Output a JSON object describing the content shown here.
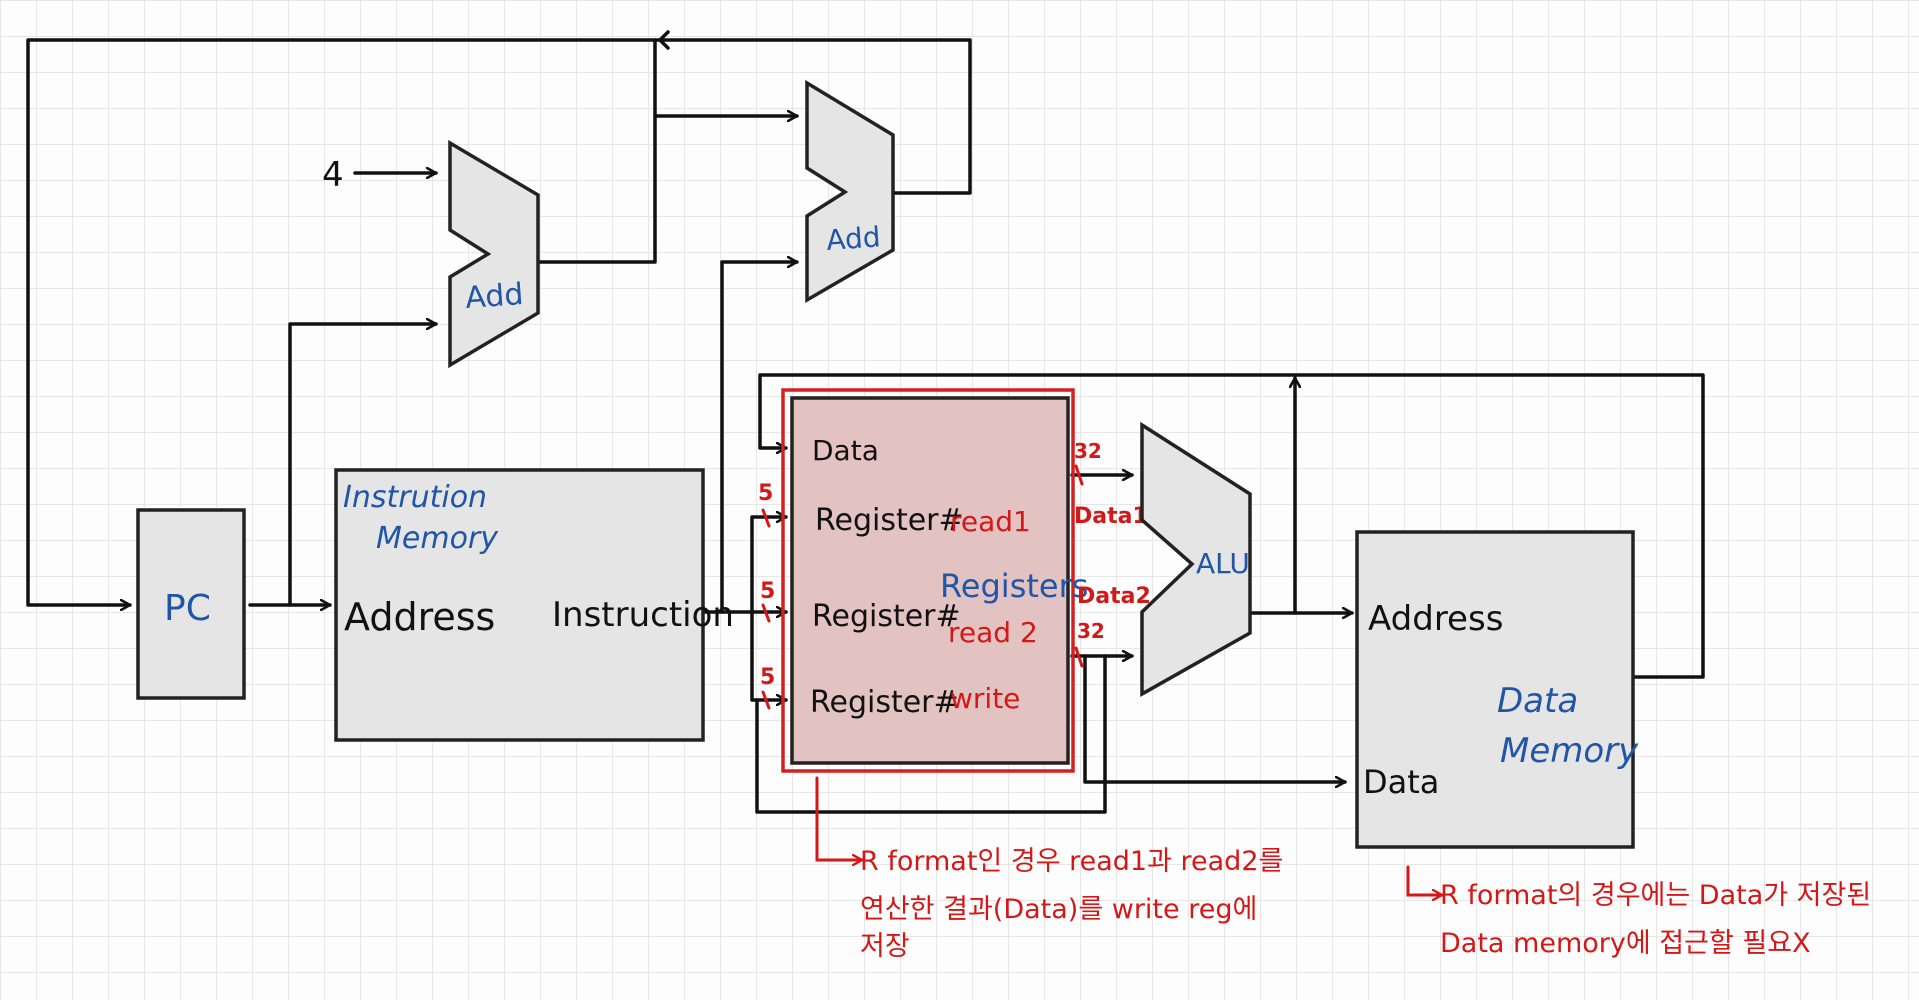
{
  "constant_input": "4",
  "adder1": {
    "label": "Add"
  },
  "adder2": {
    "label": "Add"
  },
  "pc": {
    "label": "PC"
  },
  "instruction_memory": {
    "title_line1": "Instrution",
    "title_line2": "Memory",
    "address_port": "Address",
    "instruction_port": "Instruction"
  },
  "registers": {
    "title": "Registers",
    "data_port": "Data",
    "read1_port": "Register#",
    "read1_tag": "read1",
    "read2_port": "Register#",
    "read2_tag": "read 2",
    "write_port": "Register#",
    "write_tag": "write",
    "bus_width_read1": "5",
    "bus_width_read2": "5",
    "bus_width_write": "5",
    "out_width_data1": "32",
    "out_width_data2": "32",
    "out_data1": "Data1",
    "out_data2": "Data2"
  },
  "alu": {
    "label": "ALU"
  },
  "data_memory": {
    "title_line1": "Data",
    "title_line2": "Memory",
    "address_port": "Address",
    "data_port": "Data"
  },
  "notes": {
    "registers_note_line1": "R format인 경우 read1과 read2를",
    "registers_note_line2": "연산한 결과(Data)를 write reg에",
    "registers_note_line3": "저장",
    "memory_note_line1": "R format의 경우에는 Data가 저장된",
    "memory_note_line2": "Data memory에 접근할 필요X"
  },
  "colors": {
    "block_fill": "#e5e5e5",
    "register_fill": "#e3c2c2",
    "annotation_red": "#d41818",
    "label_blue": "#1f56a8"
  }
}
